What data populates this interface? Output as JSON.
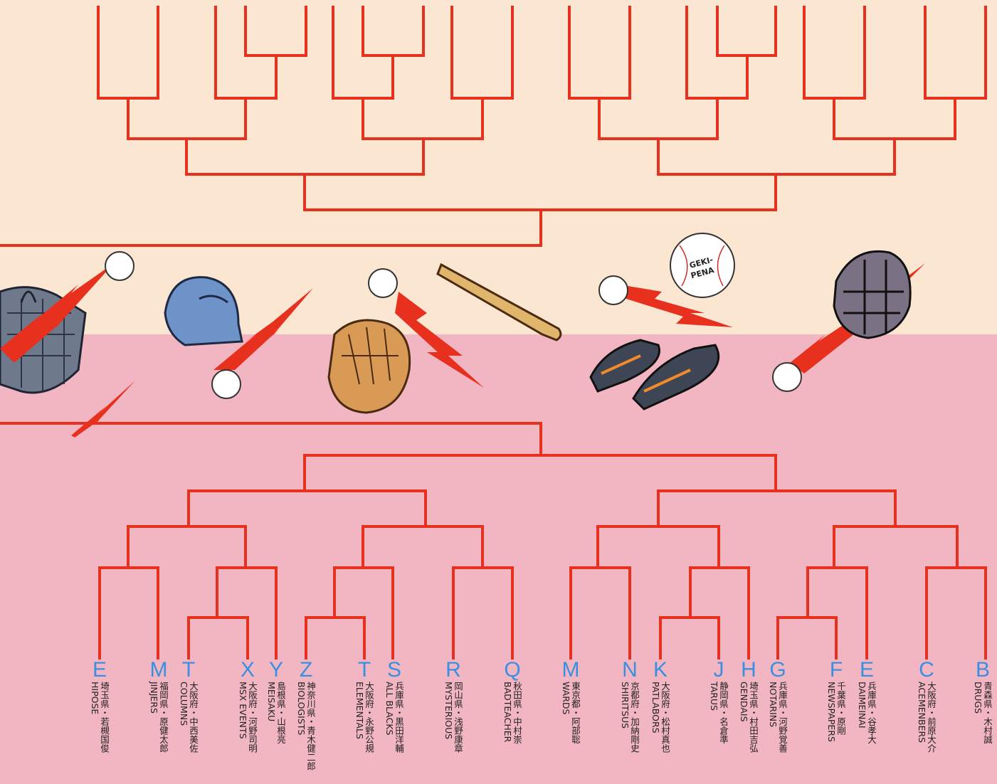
{
  "art": {
    "ball_text": "GEKI-PENA",
    "colors": {
      "bracket": "#e8301e",
      "letter": "#3b8fe0",
      "top_bg": "#fbe6d2",
      "bottom_bg": "#f2b6c3"
    }
  },
  "teams": [
    {
      "letter": "E",
      "pref": "埼玉県・若槻国俊",
      "name": "HIPOSE"
    },
    {
      "letter": "M",
      "pref": "福岡県・原健太郎",
      "name": "JINJERS"
    },
    {
      "letter": "T",
      "pref": "大阪府・中西美佐",
      "name": "COLUMNS"
    },
    {
      "letter": "X",
      "pref": "大阪府・河野司明",
      "name": "MSX EVENTS"
    },
    {
      "letter": "Y",
      "pref": "島根県・山根亮",
      "name": "MEISAKU"
    },
    {
      "letter": "Z",
      "pref": "神奈川県・青木健二郎",
      "name": "BIOLOGISTS"
    },
    {
      "letter": "T",
      "pref": "大阪府・永野公規",
      "name": "ELEMENTALS"
    },
    {
      "letter": "S",
      "pref": "兵庫県・黒田洋輔",
      "name": "ALL BLACKS"
    },
    {
      "letter": "R",
      "pref": "岡山県・浅野康章",
      "name": "MYSTERIOUS"
    },
    {
      "letter": "Q",
      "pref": "秋田県・中村崇",
      "name": "BADTEACHER"
    },
    {
      "letter": "M",
      "pref": "東京都・阿部聡",
      "name": "WARDS"
    },
    {
      "letter": "N",
      "pref": "京都府・加納剛史",
      "name": "SHIRITSUS"
    },
    {
      "letter": "K",
      "pref": "大阪府・松村真也",
      "name": "PATLABORS"
    },
    {
      "letter": "J",
      "pref": "静岡県・名倉準",
      "name": "TARUS"
    },
    {
      "letter": "H",
      "pref": "埼玉県・村田吉弘",
      "name": "GENDAIS"
    },
    {
      "letter": "G",
      "pref": "兵庫県・河野覚善",
      "name": "NOTARINS"
    },
    {
      "letter": "F",
      "pref": "千葉県・原剛",
      "name": "NEWSPAPERS"
    },
    {
      "letter": "E",
      "pref": "兵庫県・谷孝大",
      "name": "DAIMEINAI"
    },
    {
      "letter": "C",
      "pref": "大阪府・前原大介",
      "name": "ACEMENBERS"
    },
    {
      "letter": "B",
      "pref": "青森県・木村誠",
      "name": "DRUGS"
    }
  ]
}
